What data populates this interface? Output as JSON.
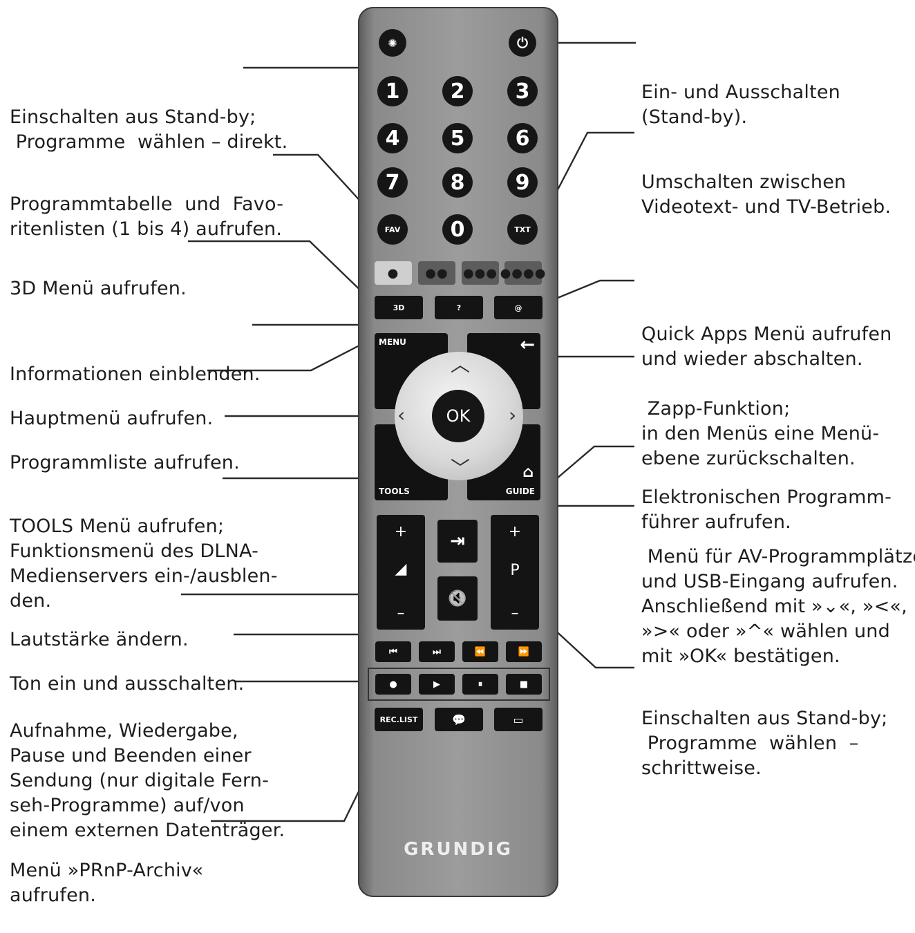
{
  "labels_left": {
    "standby_direct": [
      "Einschalten aus Stand-by;",
      " Programme  wählen – direkt."
    ],
    "fav": [
      "Programmtabelle  und  Favo-",
      "ritenlisten (1 bis 4) aufrufen."
    ],
    "menu_3d": [
      "3D Menü aufrufen."
    ],
    "info": [
      "Informationen einblenden."
    ],
    "mainmenu": [
      "Hauptmenü aufrufen."
    ],
    "proglist": [
      "Programmliste aufrufen."
    ],
    "tools": [
      "TOOLS Menü aufrufen;",
      "Funktionsmenü des DLNA-",
      "Medienservers ein-/ausblen-",
      "den."
    ],
    "volume": [
      "Lautstärke ändern."
    ],
    "mute": [
      "Ton ein und ausschalten."
    ],
    "record": [
      "Aufnahme, Wiedergabe,",
      "Pause und Beenden einer",
      "Sendung (nur digitale Fern-",
      "seh-Programme) auf/von",
      "einem externen Datenträger."
    ],
    "prnp": [
      "Menü »PRnP-Archiv«",
      "aufrufen."
    ]
  },
  "labels_right": {
    "power": [
      "Ein- und Ausschalten",
      "(Stand-by)."
    ],
    "txt": [
      "Umschalten zwischen",
      "Videotext- und TV-Betrieb."
    ],
    "quickapps": [
      "Quick Apps Menü aufrufen",
      "und wieder abschalten."
    ],
    "zapp": [
      " Zapp-Funktion;",
      "in den Menüs eine Menü-",
      "ebene zurückschalten."
    ],
    "guide": [
      "Elektronischen Programm-",
      "führer aufrufen."
    ],
    "av": [
      " Menü für AV-Programmplätze",
      "und USB-Eingang aufrufen.",
      "Anschließend mit »⌄«, »<«,",
      "»>« oder »^« wählen und",
      "mit »OK« bestätigen."
    ],
    "standby_step": [
      "Einschalten aus Stand-by;",
      " Programme  wählen  –",
      "schrittweise."
    ]
  },
  "remote": {
    "numbers": [
      "1",
      "2",
      "3",
      "4",
      "5",
      "6",
      "7",
      "8",
      "9",
      "0"
    ],
    "fav_label": "FAV",
    "txt_label": "TXT",
    "color_dots": [
      "●",
      "●●",
      "●●●",
      "●●●●"
    ],
    "btn_3d": "3D",
    "btn_info": "?",
    "btn_apps": "@",
    "menu_label": "MENU",
    "back_label": "←",
    "tools_label": "TOOLS",
    "guide_label": "GUIDE",
    "ok_label": "OK",
    "vol_plus": "+",
    "vol_minus": "–",
    "vol_icon": "◢",
    "p_plus": "+",
    "p_label": "P",
    "p_minus": "–",
    "source_icon": "⇥",
    "mute_icon": "🔇",
    "transport_top": [
      "⏮",
      "⏭",
      "⏪",
      "⏩"
    ],
    "transport_bottom": [
      "●",
      "▶",
      "⏸",
      "■"
    ],
    "reclist_label": "REC.LIST",
    "logo": "GRUNDIG"
  }
}
